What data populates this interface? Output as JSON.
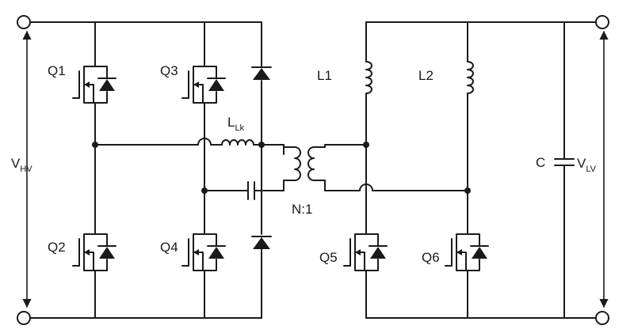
{
  "labels": {
    "q1": "Q1",
    "q2": "Q2",
    "q3": "Q3",
    "q4": "Q4",
    "q5": "Q5",
    "q6": "Q6",
    "l1": "L1",
    "l2": "L2",
    "llk_main": "L",
    "llk_sub": "Lk",
    "ratio": "N:1",
    "cap": "C",
    "vhv_main": "V",
    "vhv_sub": "HV",
    "vlv_main": "V",
    "vlv_sub": "LV"
  }
}
